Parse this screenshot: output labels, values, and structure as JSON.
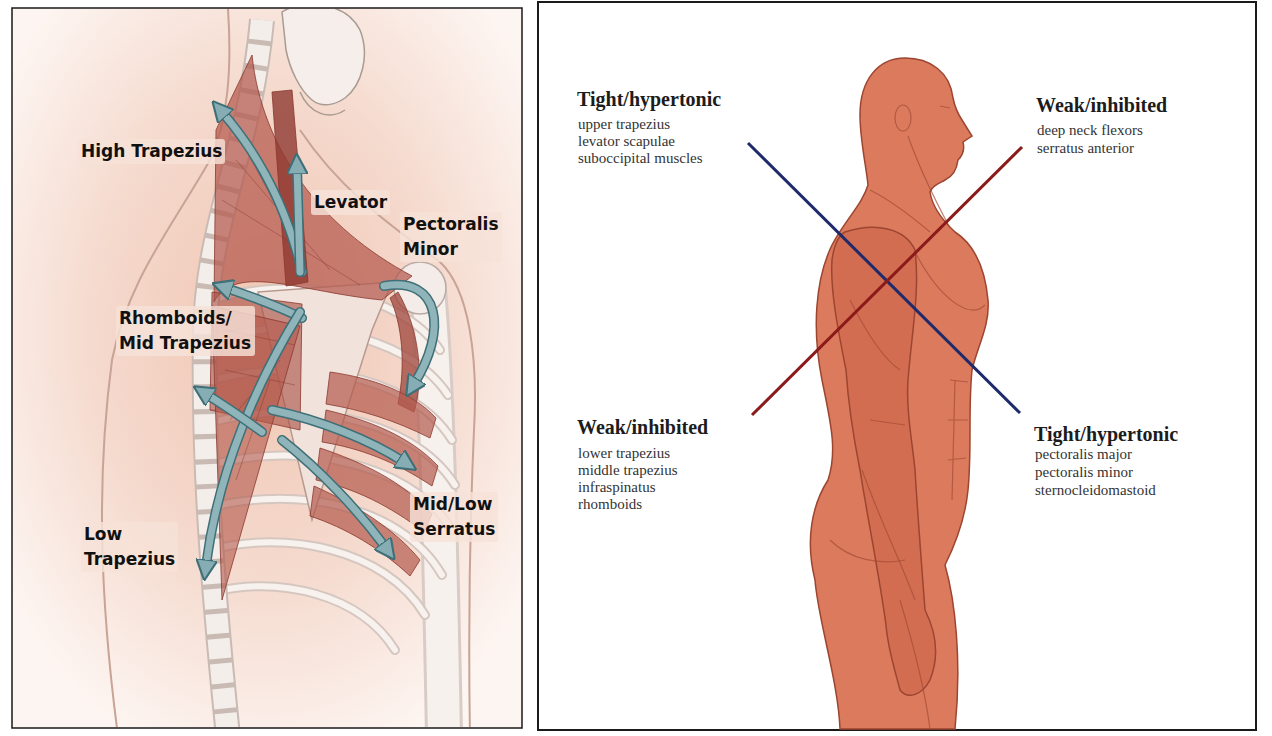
{
  "diagram": {
    "labels": [
      "High Trapezius",
      "Levator",
      "Pectoralis Minor",
      "Rhomboids/ Mid Trapezius",
      "Mid/Low Serratus",
      "Low Trapezius",
      "Tight/hypertonic",
      "upper trapezius",
      "levator scapulae",
      "suboccipital muscles",
      "Weak/inhibited",
      "deep neck flexors",
      "serratus anterior",
      "Weak/inhibited",
      "lower trapezius",
      "middle trapezius",
      "infraspinatus",
      "rhomboids",
      "Tight/hypertonic",
      "pectoralis major",
      "pectoralis minor",
      "sternocleidomastoid"
    ]
  }
}
